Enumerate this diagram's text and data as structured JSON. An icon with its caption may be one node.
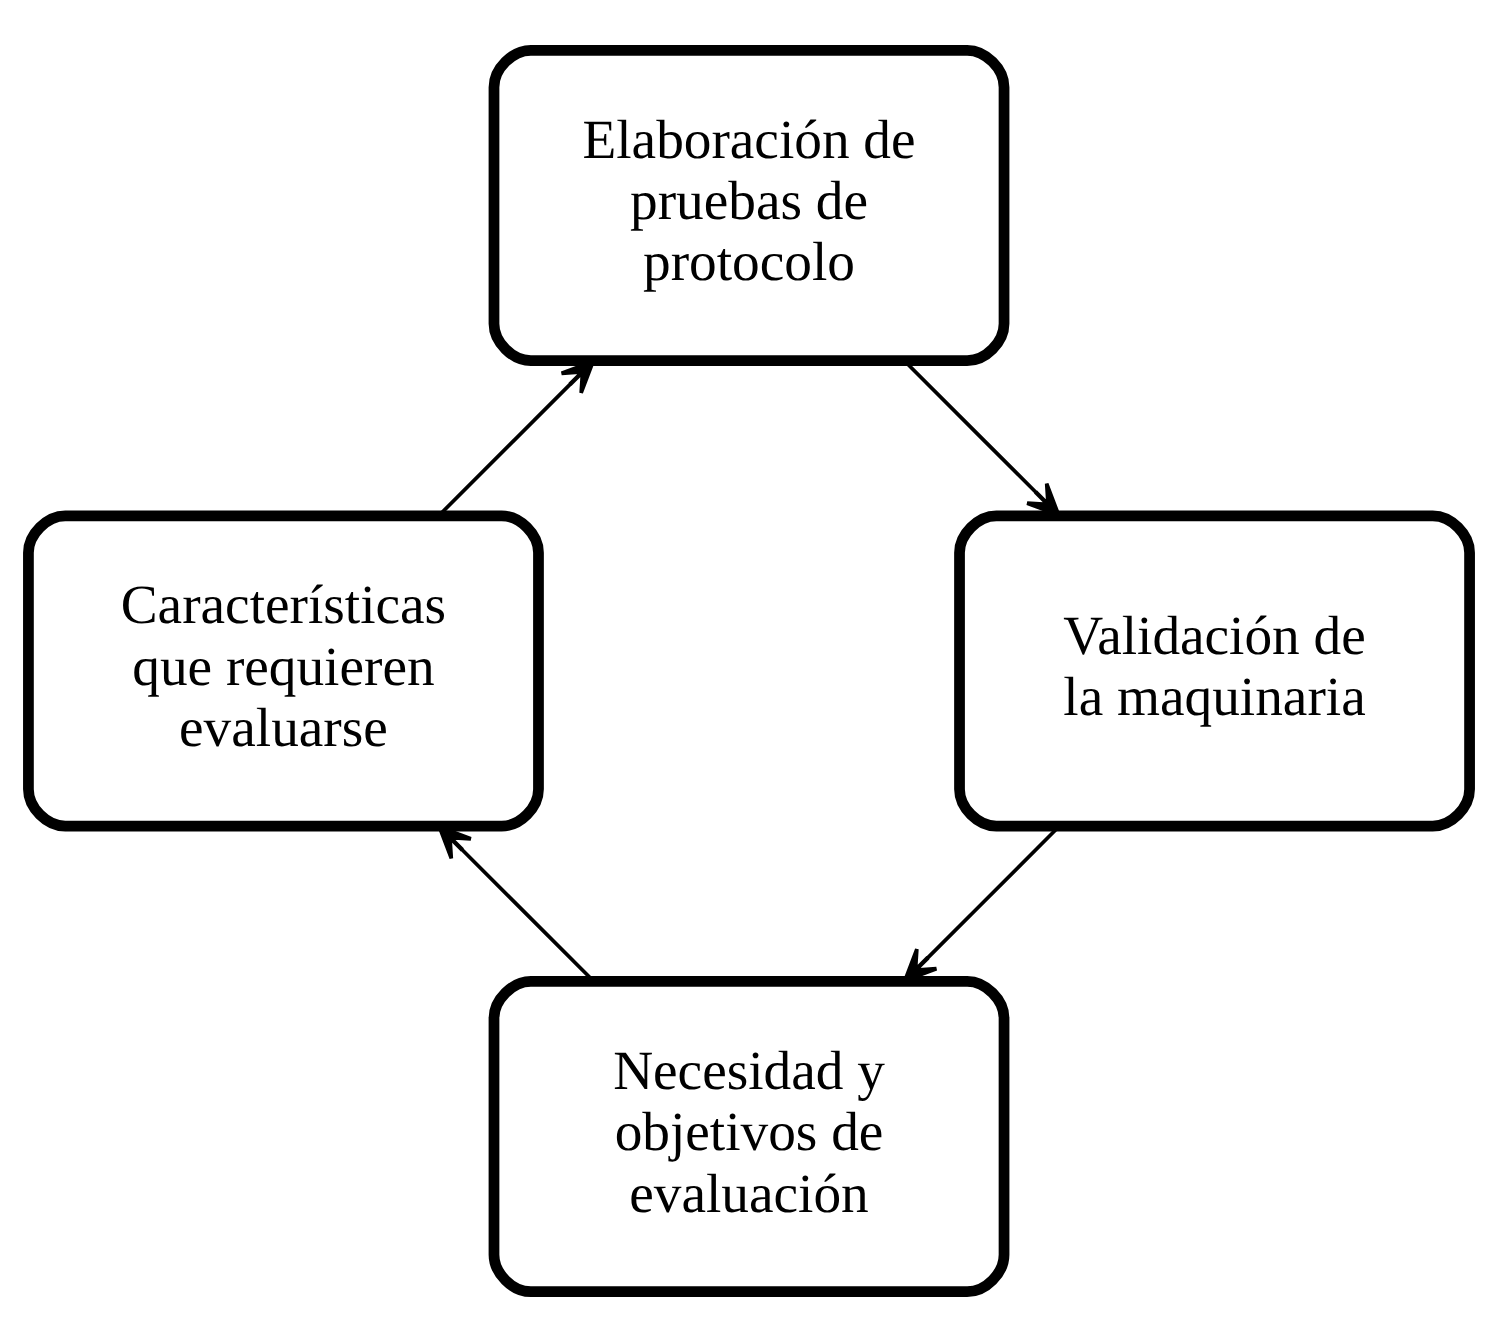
{
  "diagram": {
    "nodes": [
      {
        "text": [
          "Necesidad y objetivos de evaluación"
        ]
      },
      {
        "text": [
          "Características que requieren evaluarse"
        ]
      },
      {
        "text": [
          "Elaboración de pruebas de protocolo"
        ]
      },
      {
        "text": [
          "Validación de la maquinaria"
        ]
      }
    ],
    "edges": [
      {
        "from": 0,
        "to": 1,
        "arrow": "to"
      },
      {
        "from": 1,
        "to": 2,
        "arrow": "to"
      },
      {
        "from": 2,
        "to": 3,
        "arrow": "to"
      },
      {
        "from": 3,
        "to": 0,
        "arrow": "to"
      }
    ]
  }
}
